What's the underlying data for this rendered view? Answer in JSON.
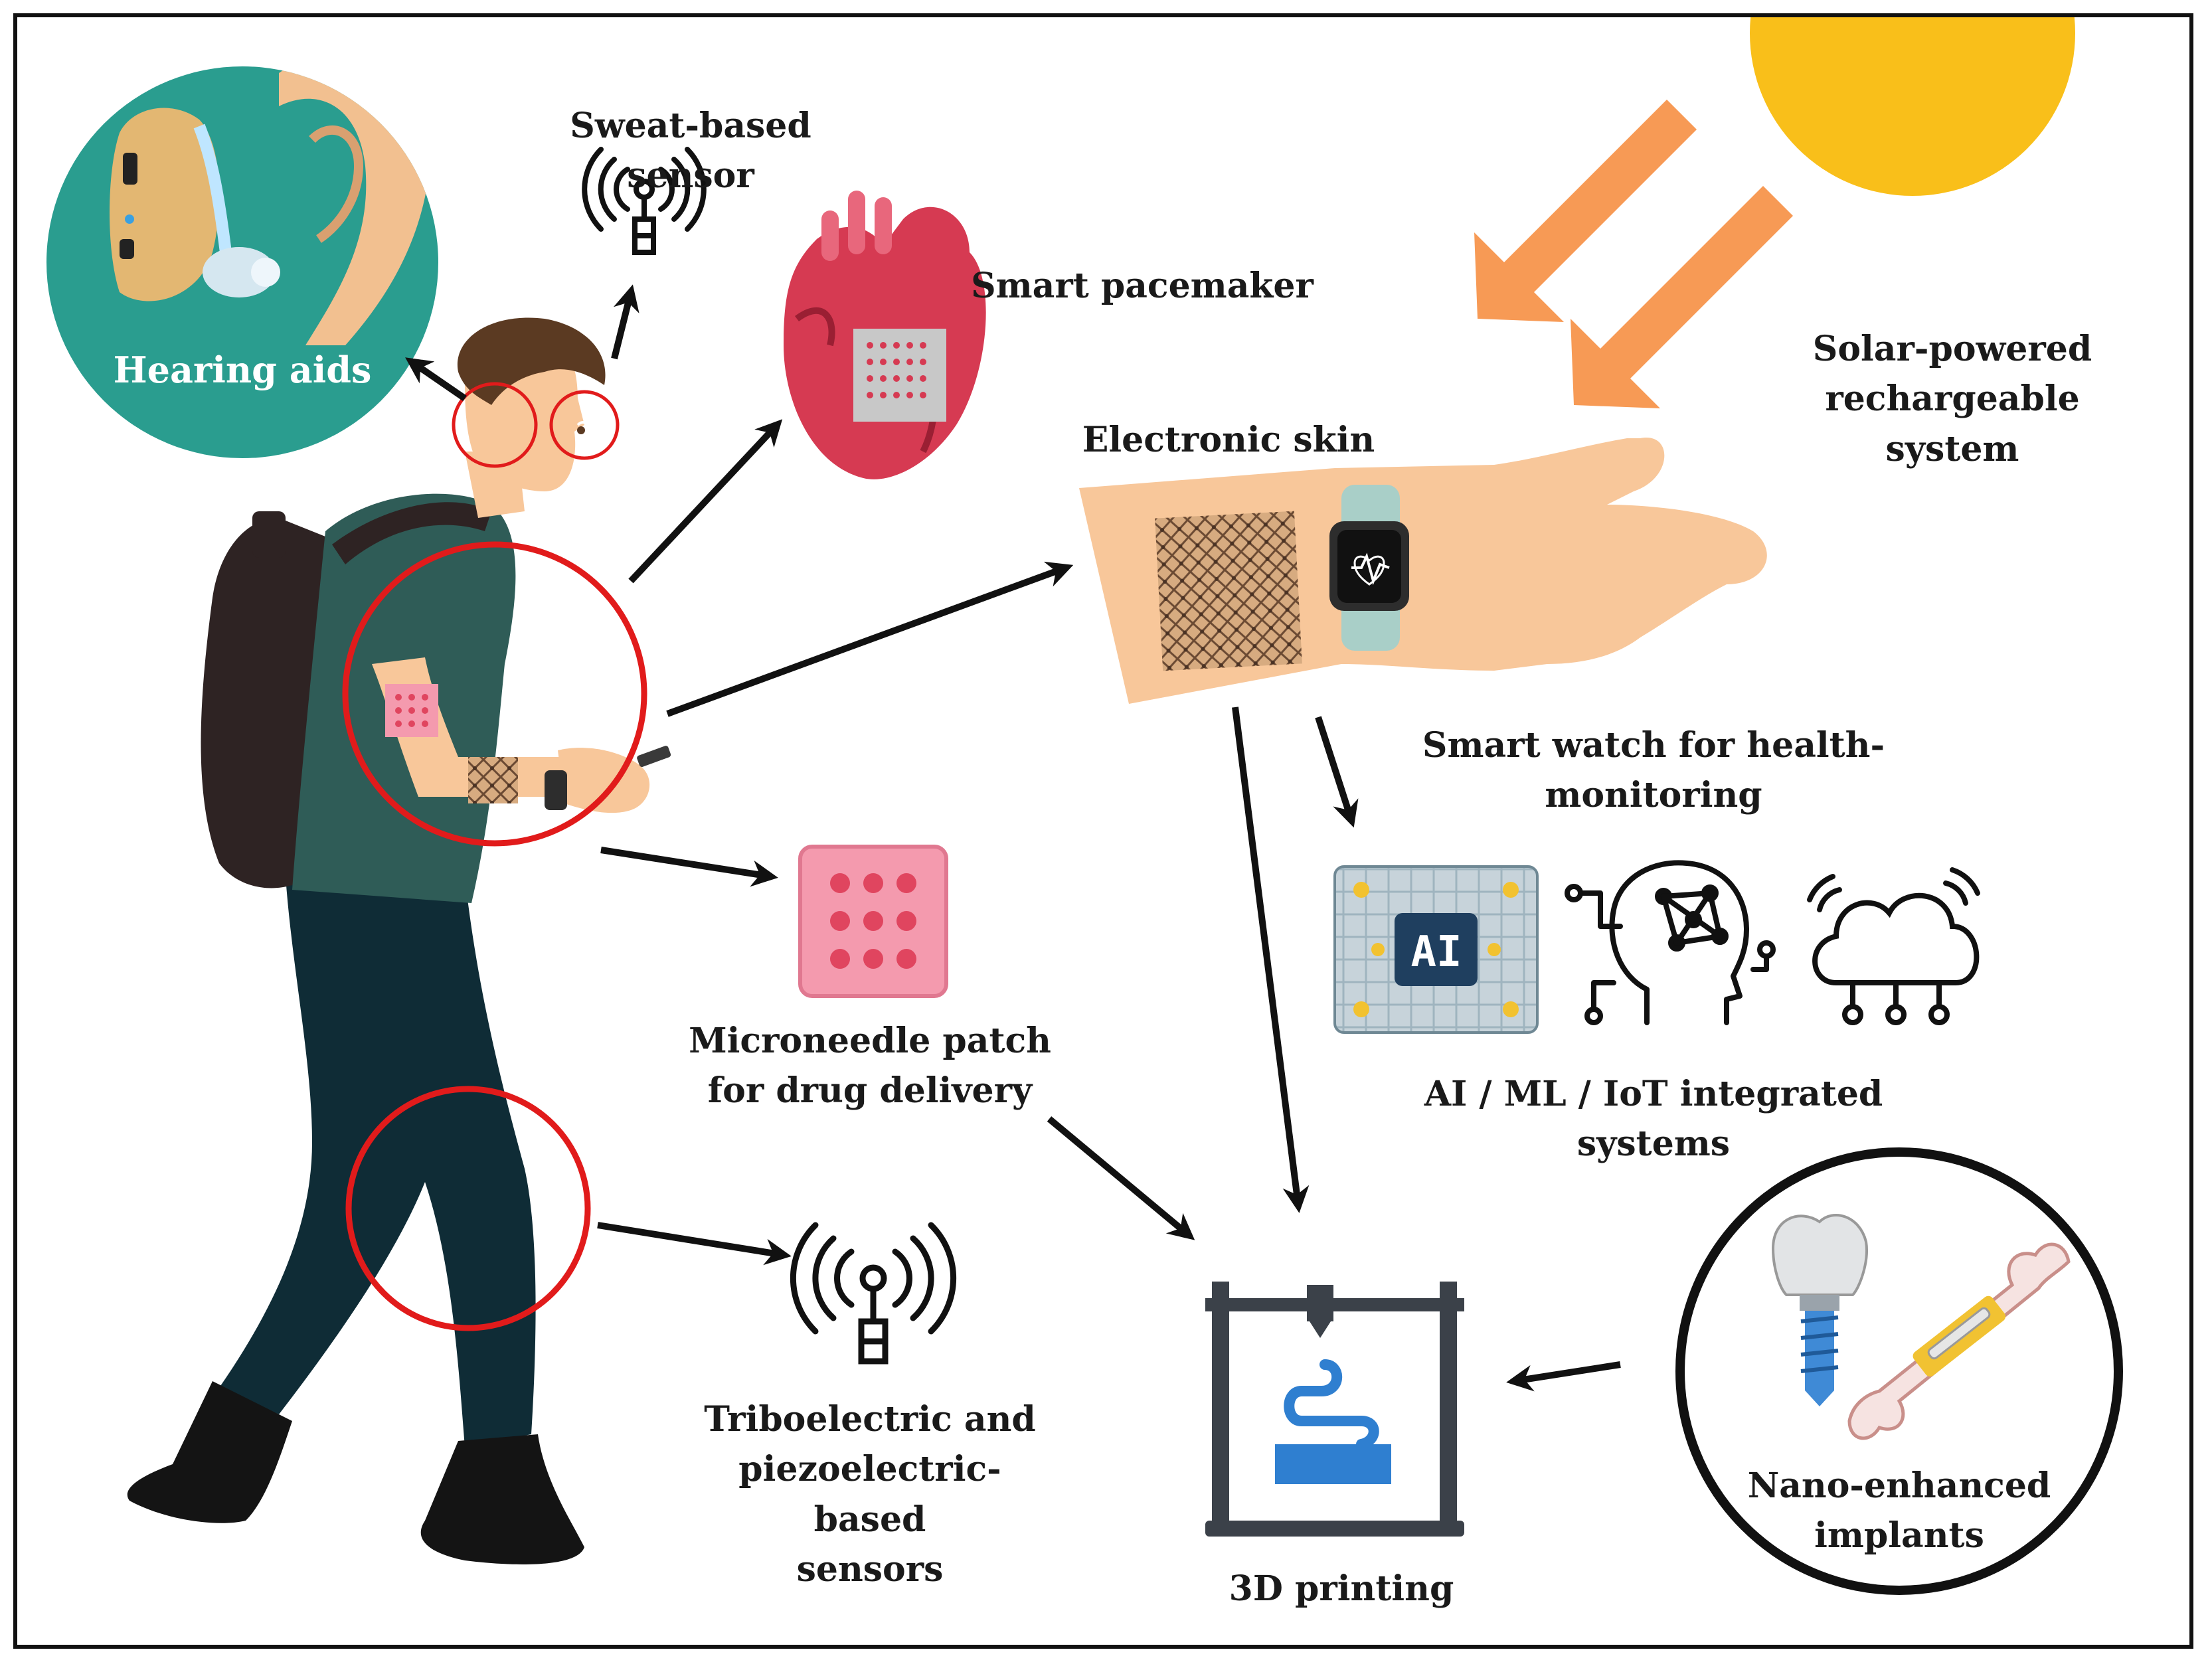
{
  "labels": {
    "hearing_aids": "Hearing aids",
    "sweat_sensor": "Sweat-based sensor",
    "pacemaker": "Smart pacemaker",
    "solar": "Solar-powered rechargeable\nsystem",
    "eskin": "Electronic skin",
    "smartwatch": "Smart watch for health-monitoring",
    "ai_iot": "AI / ML / IoT integrated systems",
    "microneedle": "Microneedle patch\nfor drug delivery",
    "tribo": "Triboelectric and\npiezoelectric-based\nsensors",
    "printing": "3D printing",
    "implants": "Nano-enhanced\nimplants",
    "ai_chip": "AI"
  },
  "colors": {
    "teal": "#2a9d8f",
    "sun": "#f9bf1a",
    "arrow_orange": "#f79a55",
    "skin": "#f8c79a",
    "shirt": "#2f5c57",
    "pants": "#0f2c36",
    "backpack": "#2e2323",
    "hair": "#5b3a22",
    "highlight_red": "#e11b1b",
    "heart": "#d63a52",
    "patch_pink": "#f49aae",
    "printer_dark": "#3b4149",
    "printer_blue": "#2f7fd0"
  },
  "icons": [
    "sun-icon",
    "solar-arrow-icon",
    "hearing-aid-icon",
    "antenna-icon",
    "heart-icon",
    "arm-icon",
    "smartwatch-icon",
    "ai-chip-icon",
    "ai-brain-icon",
    "cloud-iot-icon",
    "microneedle-patch-icon",
    "printer-3d-icon",
    "dental-implant-icon",
    "bone-implant-icon",
    "person-icon"
  ]
}
